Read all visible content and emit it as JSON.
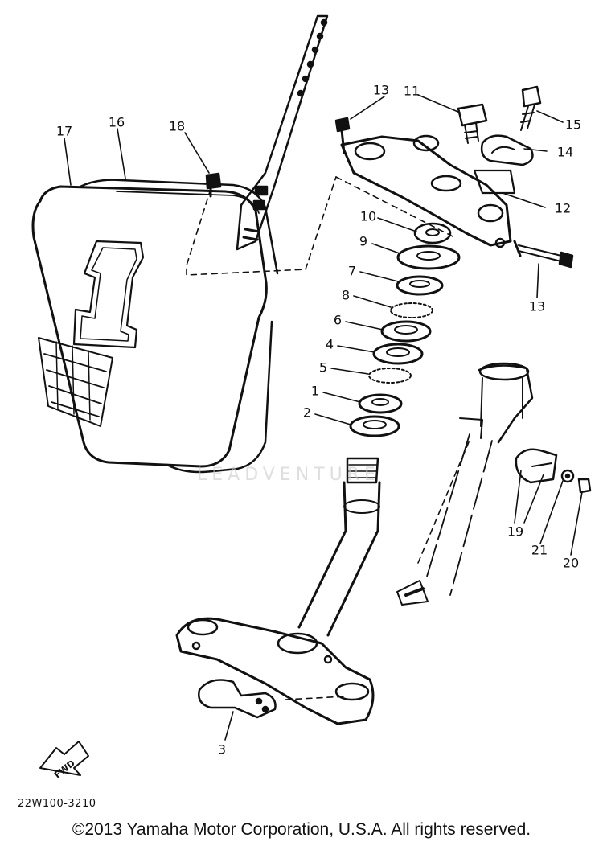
{
  "callouts": {
    "c1": "1",
    "c2": "2",
    "c3": "3",
    "c4": "4",
    "c5": "5",
    "c6": "6",
    "c7": "7",
    "c8": "8",
    "c9": "9",
    "c10": "10",
    "c11": "11",
    "c12": "12",
    "c13a": "13",
    "c13b": "13",
    "c14": "14",
    "c15": "15",
    "c16": "16",
    "c17": "17",
    "c18": "18",
    "c19": "19",
    "c20": "20",
    "c21": "21"
  },
  "number_plate_digit": "1",
  "fwd_label": "FWD",
  "drawing_code": "22W100-3210",
  "watermark": "LEADVENTURE",
  "copyright": "©2013 Yamaha Motor Corporation, U.S.A. All rights reserved."
}
